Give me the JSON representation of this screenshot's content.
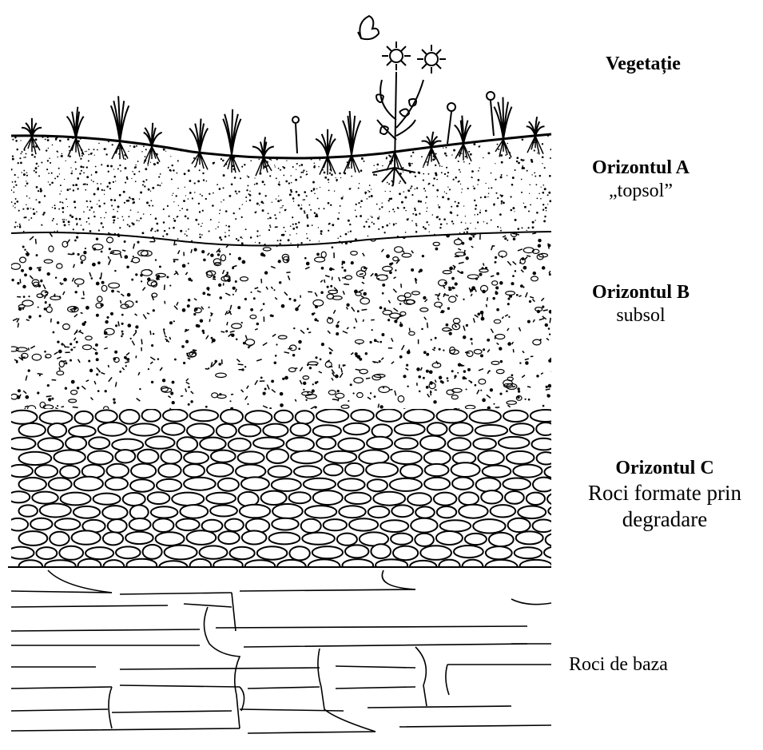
{
  "labels": {
    "vegetation": {
      "title": "Vegetație"
    },
    "horizon_a": {
      "title": "Orizontul A",
      "subtitle": "„topsol”"
    },
    "horizon_b": {
      "title": "Orizontul B",
      "subtitle": "subsol"
    },
    "horizon_c": {
      "title": "Orizontul C",
      "subtitle_line1": "Roci formate prin",
      "subtitle_line2": "degradare"
    },
    "bedrock": {
      "title": "Roci de baza"
    }
  },
  "colors": {
    "ink": "#000000",
    "paper": "#ffffff"
  }
}
